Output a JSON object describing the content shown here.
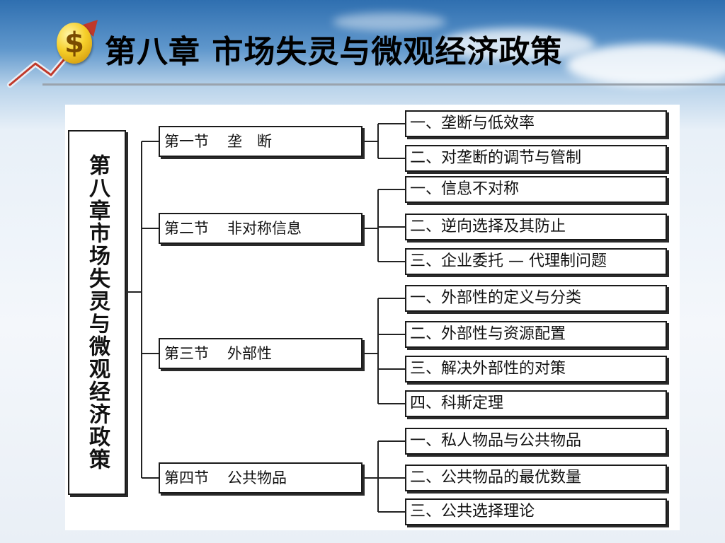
{
  "title": "第八章 市场失灵与微观经济政策",
  "chapter_box": "第八章市场失灵与微观经济政策",
  "sections": [
    {
      "label": "第一节",
      "name": "垄　断",
      "topics": [
        "一、垄断与低效率",
        "二、对垄断的调节与管制"
      ]
    },
    {
      "label": "第二节",
      "name": "非对称信息",
      "topics": [
        "一、信息不对称",
        "二、逆向选择及其防止",
        "三、企业委托 — 代理制问题"
      ]
    },
    {
      "label": "第三节",
      "name": "外部性",
      "topics": [
        "一、外部性的定义与分类",
        "二、外部性与资源配置",
        "三、解决外部性的对策",
        "四、科斯定理"
      ]
    },
    {
      "label": "第四节",
      "name": "公共物品",
      "topics": [
        "一、私人物品与公共物品",
        "二、公共物品的最优数量",
        "三、公共选择理论"
      ]
    }
  ]
}
